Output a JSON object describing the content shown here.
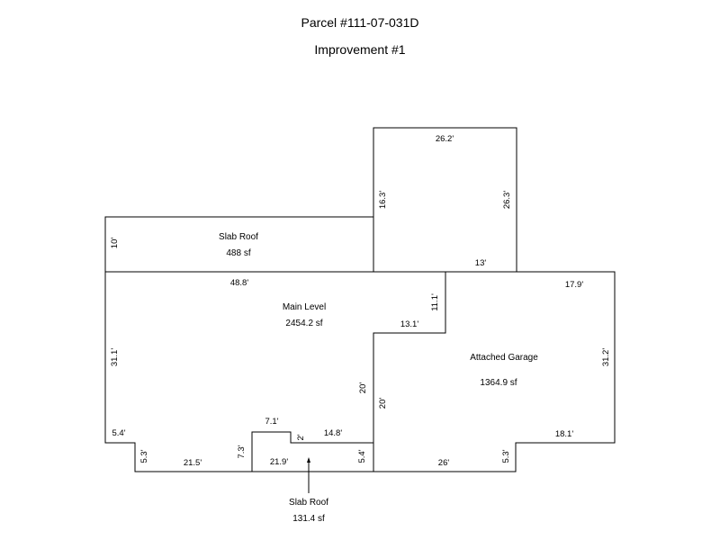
{
  "header": {
    "title": "Parcel #111-07-031D",
    "subtitle": "Improvement #1"
  },
  "areas": {
    "slab_roof_top": {
      "name": "Slab Roof",
      "size": "488 sf"
    },
    "main_level": {
      "name": "Main Level",
      "size": "2454.2 sf"
    },
    "attached_garage": {
      "name": "Attached Garage",
      "size": "1364.9 sf"
    },
    "slab_roof_bottom": {
      "name": "Slab Roof",
      "size": "131.4 sf"
    }
  },
  "dimensions": {
    "d_26_2": "26.2'",
    "d_16_3": "16.3'",
    "d_26_3": "26.3'",
    "d_10": "10'",
    "d_48_8": "48.8'",
    "d_13": "13'",
    "d_17_9": "17.9'",
    "d_11_1": "11.1'",
    "d_13_1": "13.1'",
    "d_31_1": "31.1'",
    "d_31_2": "31.2'",
    "d_20_left": "20'",
    "d_20_right": "20'",
    "d_7_1": "7.1'",
    "d_2": "2'",
    "d_14_8": "14.8'",
    "d_5_4_left": "5.4'",
    "d_18_1": "18.1'",
    "d_5_3_left": "5.3'",
    "d_21_5": "21.5'",
    "d_7_3": "7.3'",
    "d_21_9": "21.9'",
    "d_5_4_right": "5.4'",
    "d_26_bottom": "26'",
    "d_5_3_right": "5.3'"
  }
}
